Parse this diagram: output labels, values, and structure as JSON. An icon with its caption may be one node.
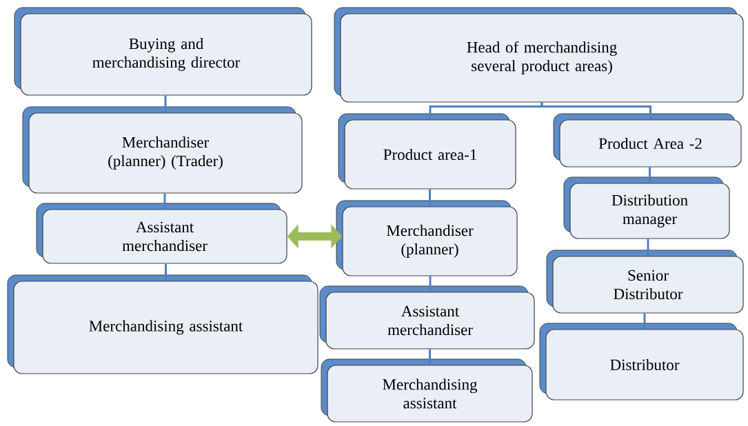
{
  "diagram": {
    "nodes": [
      {
        "text": [
          "Buying and merchandising director"
        ]
      },
      {
        "text": [
          "Merchandiser (planner) (Trader)"
        ]
      },
      {
        "text": [
          "Assistant merchandiser"
        ]
      },
      {
        "text": [
          "Merchandising assistant"
        ]
      },
      {
        "text": [
          "Head of merchandising several product areas)"
        ]
      },
      {
        "text": [
          "Product area-1"
        ]
      },
      {
        "text": [
          "Product Area -2"
        ]
      },
      {
        "text": [
          "Merchandiser (planner)"
        ]
      },
      {
        "text": [
          "Assistant merchandiser"
        ]
      },
      {
        "text": [
          "Merchandising assistant"
        ]
      },
      {
        "text": [
          "Distribution manager"
        ]
      },
      {
        "text": [
          "Senior Distributor"
        ]
      },
      {
        "text": [
          "Distributor"
        ]
      }
    ],
    "edges": [
      {
        "from": 0,
        "to": 1,
        "arrow": "none"
      },
      {
        "from": 1,
        "to": 2,
        "arrow": "none"
      },
      {
        "from": 2,
        "to": 3,
        "arrow": "none"
      },
      {
        "from": 4,
        "to": 5,
        "arrow": "none"
      },
      {
        "from": 4,
        "to": 6,
        "arrow": "none"
      },
      {
        "from": 5,
        "to": 7,
        "arrow": "none"
      },
      {
        "from": 7,
        "to": 8,
        "arrow": "none"
      },
      {
        "from": 8,
        "to": 9,
        "arrow": "none"
      },
      {
        "from": 6,
        "to": 10,
        "arrow": "none"
      },
      {
        "from": 10,
        "to": 11,
        "arrow": "none"
      },
      {
        "from": 11,
        "to": 12,
        "arrow": "none"
      },
      {
        "from": 2,
        "to": 7,
        "arrow": "both",
        "style": "thick",
        "color": "#9bbb59"
      }
    ]
  }
}
